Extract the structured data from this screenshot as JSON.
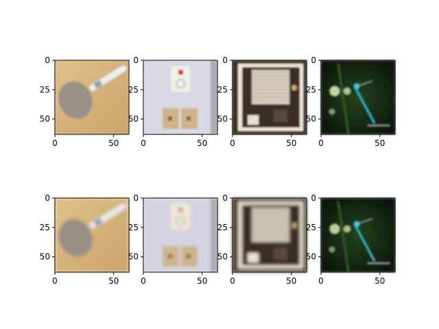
{
  "figure": {
    "background": "#ffffff",
    "axis_color": "#000000",
    "tick_font_size_note": "matplotlib default"
  },
  "chart_data": [
    {
      "type": "image",
      "row": 1,
      "col": 1,
      "content": "egg-shaped gray device with white handle on wooden surface",
      "xticks": [
        0,
        50
      ],
      "yticks": [
        0,
        25,
        50
      ],
      "xlim": [
        0,
        63
      ],
      "ylim": [
        63,
        0
      ],
      "colors": {
        "bg": "#d8b57c",
        "subject": "#9a9286",
        "accent": "#eeeef0"
      }
    },
    {
      "type": "image",
      "row": 1,
      "col": 2,
      "content": "wall thermostat above two switch plates",
      "xticks": [
        0,
        50
      ],
      "yticks": [
        0,
        25,
        50
      ],
      "xlim": [
        0,
        63
      ],
      "ylim": [
        63,
        0
      ],
      "colors": {
        "bg": "#d9d9e3",
        "subject": "#f1eee6",
        "accent": "#c92a2a",
        "plate": "#d1b289"
      }
    },
    {
      "type": "image",
      "row": 1,
      "col": 3,
      "content": "bathroom mirror reflecting window blinds",
      "xticks": [
        0,
        50
      ],
      "yticks": [
        0,
        25,
        50
      ],
      "xlim": [
        0,
        63
      ],
      "ylim": [
        63,
        0
      ],
      "colors": {
        "bg": "#3d3024",
        "subject": "#d9cfbf",
        "accent": "#efe6d6"
      }
    },
    {
      "type": "image",
      "row": 1,
      "col": 4,
      "content": "blue damselfly on green blurred background",
      "xticks": [
        0,
        50
      ],
      "yticks": [
        0,
        25,
        50
      ],
      "xlim": [
        0,
        63
      ],
      "ylim": [
        63,
        0
      ],
      "colors": {
        "bg": "#10200f",
        "subject": "#38c6e0",
        "accent": "#dbe7b8"
      }
    },
    {
      "type": "image",
      "row": 2,
      "col": 1,
      "content": "reconstruction: egg-shaped gray device with white handle",
      "xticks": [
        0,
        50
      ],
      "yticks": [
        0,
        25,
        50
      ],
      "xlim": [
        0,
        63
      ],
      "ylim": [
        63,
        0
      ],
      "colors": {
        "bg": "#d4b27c",
        "subject": "#958f84",
        "accent": "#e8e8ea"
      }
    },
    {
      "type": "image",
      "row": 2,
      "col": 2,
      "content": "reconstruction: blurry thermostat and switches",
      "xticks": [
        0,
        50
      ],
      "yticks": [
        0,
        25,
        50
      ],
      "xlim": [
        0,
        63
      ],
      "ylim": [
        63,
        0
      ],
      "colors": {
        "bg": "#d5d3e0",
        "subject": "#eee7dc",
        "accent": "#d79a78",
        "plate": "#cdb48e"
      }
    },
    {
      "type": "image",
      "row": 2,
      "col": 3,
      "content": "reconstruction: blurry mirror and window",
      "xticks": [
        0,
        50
      ],
      "yticks": [
        0,
        25,
        50
      ],
      "xlim": [
        0,
        63
      ],
      "ylim": [
        63,
        0
      ],
      "colors": {
        "bg": "#443626",
        "subject": "#cfc8b4",
        "accent": "#e2dcc9"
      }
    },
    {
      "type": "image",
      "row": 2,
      "col": 4,
      "content": "reconstruction: blurry damselfly on dark green",
      "xticks": [
        0,
        50
      ],
      "yticks": [
        0,
        25,
        50
      ],
      "xlim": [
        0,
        63
      ],
      "ylim": [
        63,
        0
      ],
      "colors": {
        "bg": "#0f1d10",
        "subject": "#45c2d6",
        "accent": "#cfe0a8"
      }
    }
  ]
}
